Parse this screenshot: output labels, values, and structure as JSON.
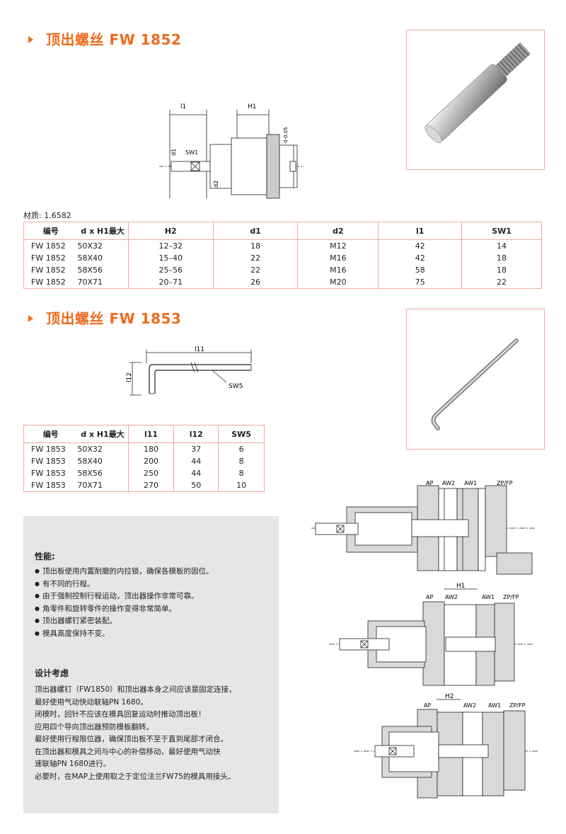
{
  "sections": {
    "fw1852_title": "顶出螺丝 FW 1852",
    "fw1853_title": "顶出螺丝 FW 1853"
  },
  "material_label": "材质: 1.6582",
  "table1": {
    "headers": [
      "编号",
      "d x H1最大",
      "H2",
      "d1",
      "d2",
      "l1",
      "SW1"
    ],
    "rows": [
      [
        "FW 1852",
        "50X32",
        "12–32",
        "18",
        "M12",
        "42",
        "14"
      ],
      [
        "FW 1852",
        "58X40",
        "15–40",
        "22",
        "M16",
        "42",
        "18"
      ],
      [
        "FW 1852",
        "58X56",
        "25–56",
        "22",
        "M16",
        "58",
        "18"
      ],
      [
        "FW 1852",
        "70X71",
        "20–71",
        "26",
        "M20",
        "75",
        "22"
      ]
    ]
  },
  "table2": {
    "headers": [
      "编号",
      "d x H1最大",
      "l11",
      "l12",
      "SW5"
    ],
    "rows": [
      [
        "FW 1853",
        "50X32",
        "180",
        "37",
        "6"
      ],
      [
        "FW 1853",
        "58X40",
        "200",
        "44",
        "8"
      ],
      [
        "FW 1853",
        "58X56",
        "250",
        "44",
        "8"
      ],
      [
        "FW 1853",
        "70X71",
        "270",
        "50",
        "10"
      ]
    ]
  },
  "drawing1_labels": {
    "l1": "l1",
    "h1": "H1",
    "d1": "d1",
    "sw1": "SW1",
    "d2": "d2",
    "d": "d-0.05"
  },
  "drawing2_labels": {
    "l11": "l11",
    "l12": "l12",
    "sw5": "SW5"
  },
  "assembly_labels": {
    "ap": "AP",
    "aw2": "AW2",
    "aw1": "AW1",
    "zpfp": "ZP/FP",
    "h1": "H1",
    "h2": "H2"
  },
  "performance": {
    "heading": "性能:",
    "items": [
      "顶出板使用内置耐磨的内拉锁，确保各模板的固位。",
      "有不同的行程。",
      "由于强制控制行程运动，顶出器操作非常可靠。",
      "角零件和旋转零件的操作变得非常简单。",
      "顶出器螺钉紧密装配。",
      "模具高度保持不变。"
    ]
  },
  "design": {
    "heading": "设计考虑",
    "lines": [
      "顶出器螺钉（FW1850）和顶出器本身之间应该是固定连接，",
      "最好使用气动快动联轴PN 1680。",
      "闭模时，回针不应该在模具回复运动时推动顶出板！",
      "应用四个导向顶出器预防模板翻转。",
      "最好使用行程限位器，确保顶出板不至于直到尾部才闭合。",
      "在顶出器和模具之间与中心的补偿移动，最好使用气动快",
      "速联轴PN 1680进行。",
      "必要时，在MAP上使用取之于定位法兰FW75的模具用接头。"
    ]
  },
  "colors": {
    "accent": "#ef6a1c",
    "border": "#f1a9a0",
    "panel": "#e6e6e6"
  }
}
